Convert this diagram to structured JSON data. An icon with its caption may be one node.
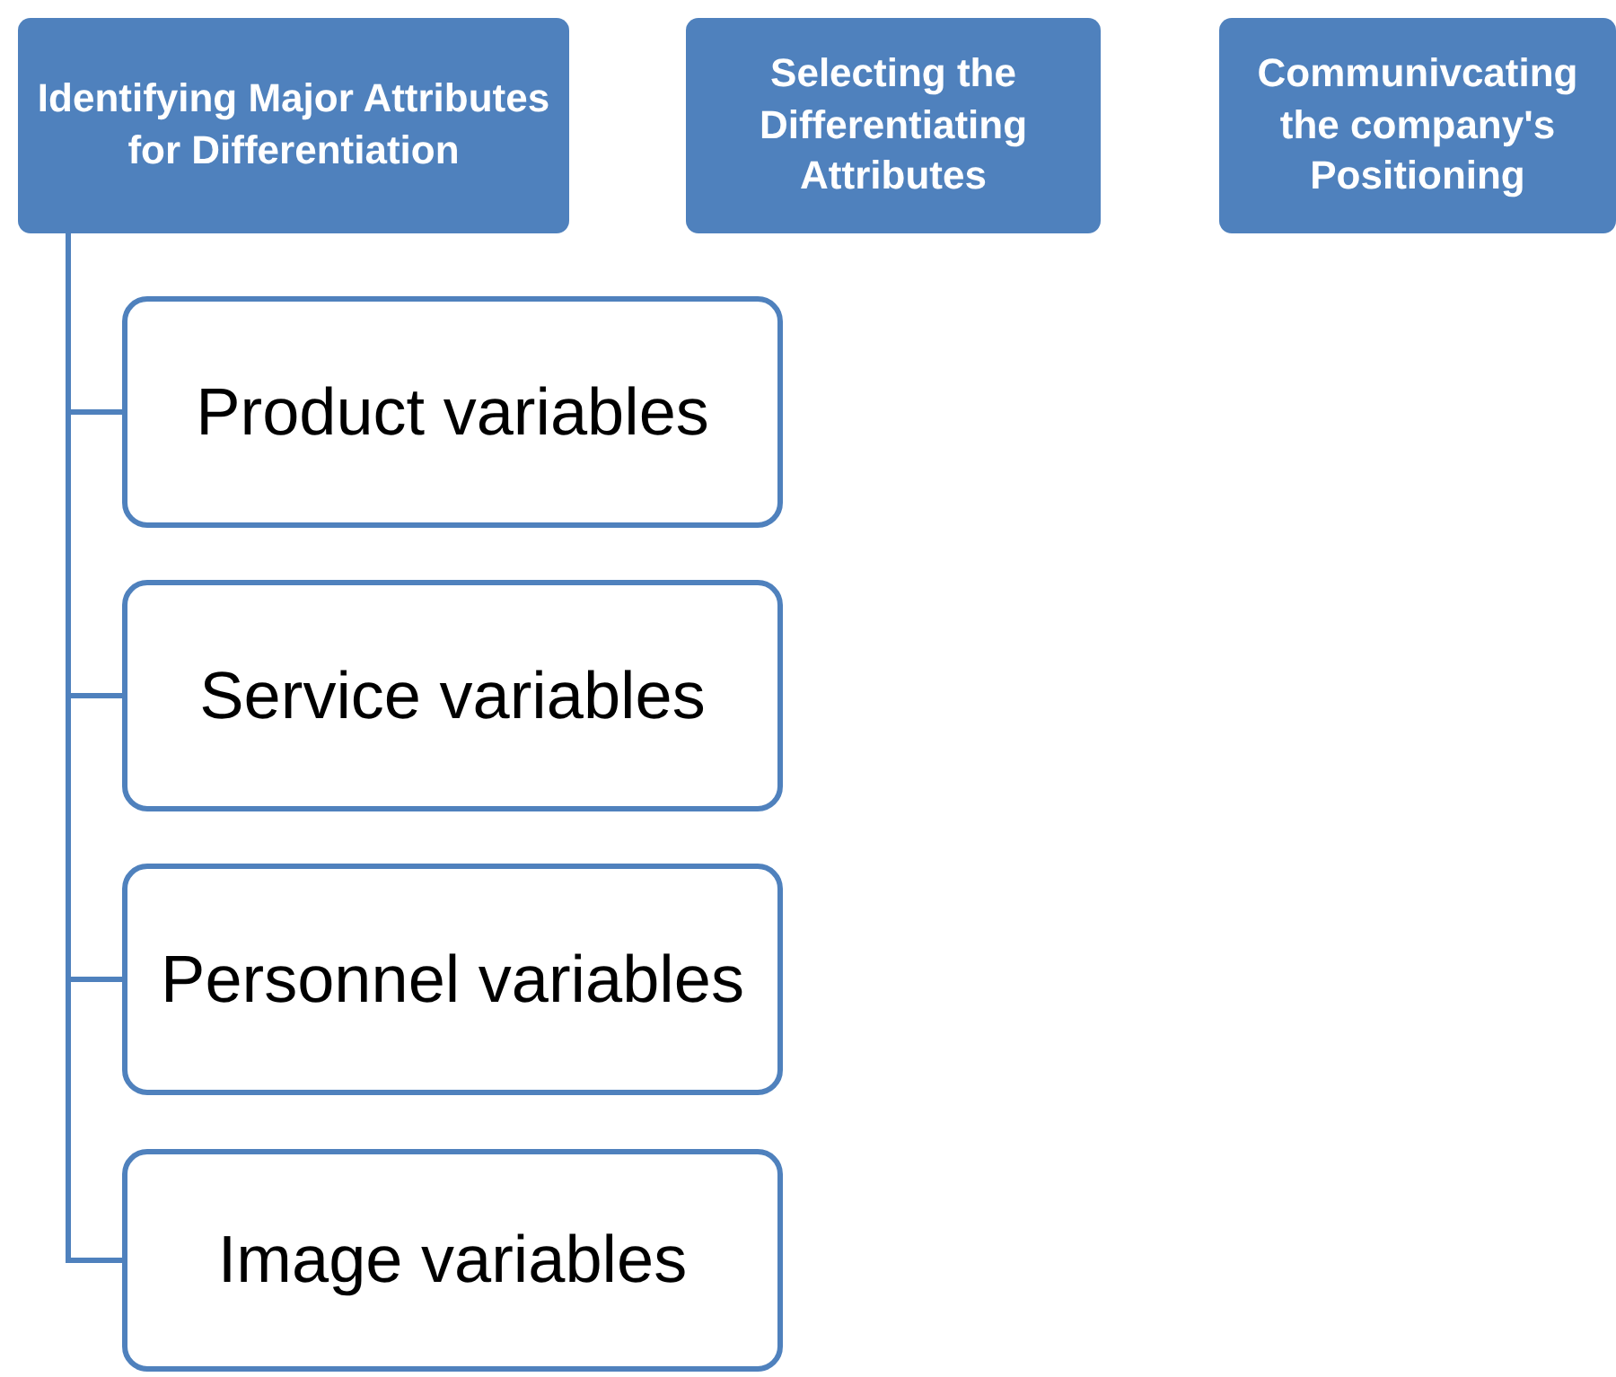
{
  "diagram": {
    "nodes": [
      {
        "text": [
          "Identifying Major Attributes for Differentiation"
        ]
      },
      {
        "text": [
          "Selecting the Differentiating Attributes"
        ]
      },
      {
        "text": [
          "Communivcating the company's Positioning"
        ]
      },
      {
        "text": [
          "Product variables"
        ]
      },
      {
        "text": [
          "Service variables"
        ]
      },
      {
        "text": [
          "Personnel variables"
        ]
      },
      {
        "text": [
          "Image variables"
        ]
      }
    ],
    "edges": [
      {
        "from": 0,
        "to": 3,
        "arrow": "none"
      },
      {
        "from": 0,
        "to": 4,
        "arrow": "none"
      },
      {
        "from": 0,
        "to": 5,
        "arrow": "none"
      },
      {
        "from": 0,
        "to": 6,
        "arrow": "none"
      }
    ]
  }
}
